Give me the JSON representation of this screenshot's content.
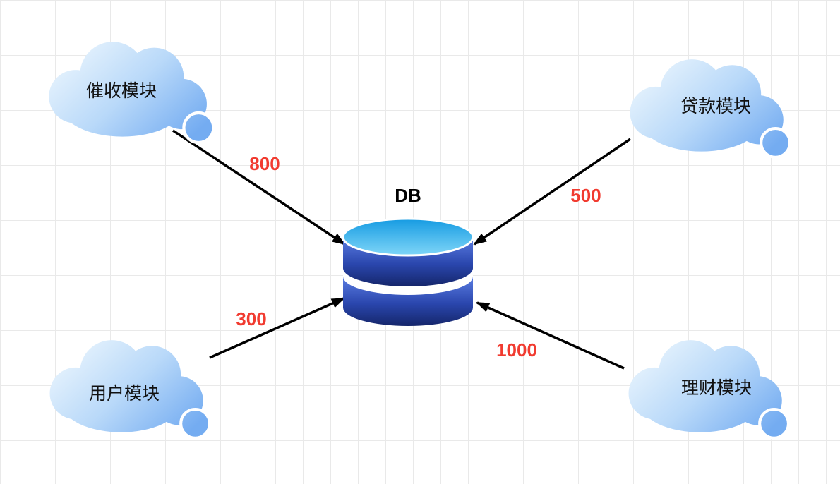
{
  "diagram": {
    "db": {
      "label": "DB"
    },
    "modules": [
      {
        "id": "collection",
        "label": "催收模块",
        "value": "800",
        "position": "top-left"
      },
      {
        "id": "loan",
        "label": "贷款模块",
        "value": "500",
        "position": "top-right"
      },
      {
        "id": "user",
        "label": "用户模块",
        "value": "300",
        "position": "bottom-left"
      },
      {
        "id": "wealth",
        "label": "理财模块",
        "value": "1000",
        "position": "bottom-right"
      }
    ],
    "colors": {
      "edge_value_text": "#f13b30",
      "arrow": "#000000",
      "node_label_text": "#111111",
      "cloud_gradient_light": "#eaf5fd",
      "cloud_gradient_dark": "#74acf1",
      "db_top_light": "#7fd6f8",
      "db_top_dark": "#169be2",
      "db_band_light": "#5b7de2",
      "db_band_dark": "#15266b",
      "grid_line": "#e9e9e9",
      "background": "#ffffff"
    }
  }
}
